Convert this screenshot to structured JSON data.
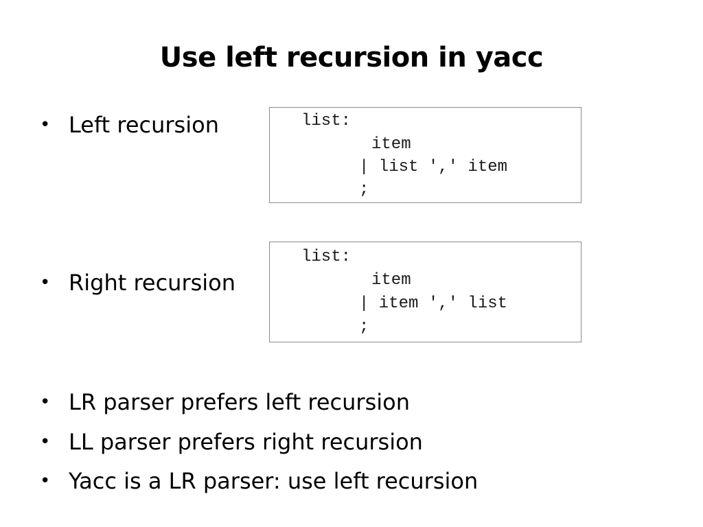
{
  "slide": {
    "title": "Use left recursion in yacc",
    "bullets": [
      "Left recursion",
      "Right recursion",
      "LR parser prefers left recursion",
      "LL parser prefers right recursion",
      "Yacc is a LR parser: use left recursion"
    ],
    "bullet_symbol": "•",
    "code_blocks": [
      {
        "lines": [
          "list:",
          "item",
          "| list ',' item",
          ";"
        ]
      },
      {
        "lines": [
          "list:",
          "item",
          "| item ',' list",
          ";"
        ]
      }
    ]
  }
}
